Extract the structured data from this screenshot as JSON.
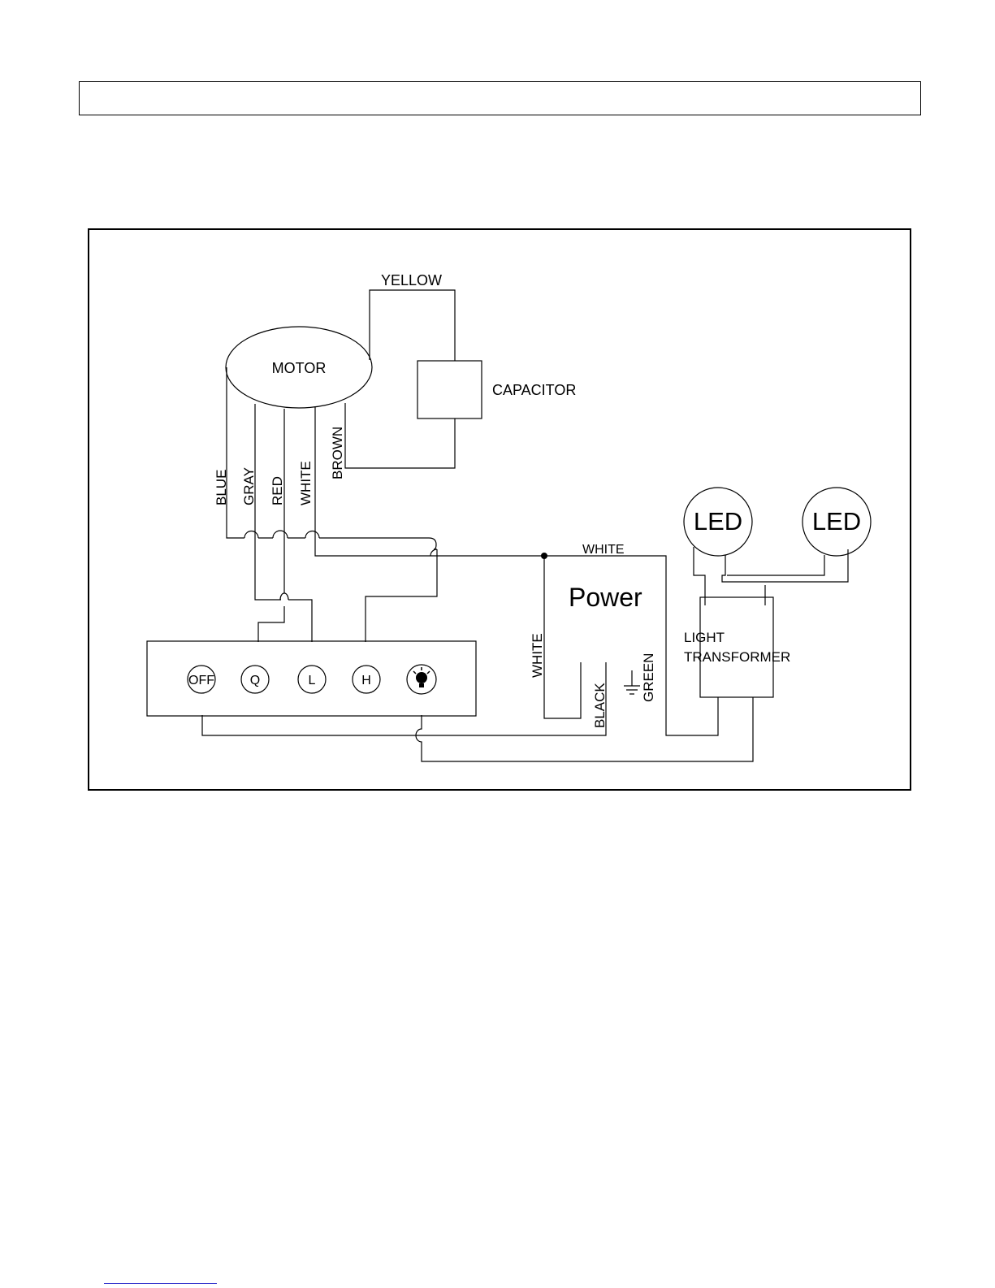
{
  "header": {
    "title": ""
  },
  "diagram": {
    "components": {
      "motor": "MOTOR",
      "capacitor": "CAPACITOR",
      "power": "Power",
      "led_left": "LED",
      "led_right": "LED",
      "transformer_line1": "LIGHT",
      "transformer_line2": "TRANSFORMER"
    },
    "wires": {
      "yellow": "YELLOW",
      "brown": "BROWN",
      "blue": "BLUE",
      "gray": "GRAY",
      "red": "RED",
      "white_motor": "WHITE",
      "white_top": "WHITE",
      "white_power": "WHITE",
      "black": "BLACK",
      "green": "GREEN"
    },
    "switch_buttons": {
      "off": "OFF",
      "q": "Q",
      "l": "L",
      "h": "H",
      "light": "light-bulb-icon"
    }
  }
}
